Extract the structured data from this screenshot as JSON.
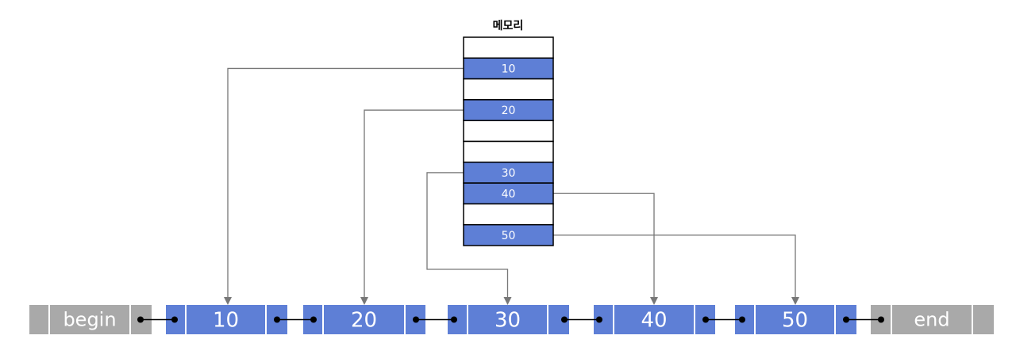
{
  "memory": {
    "title": "메모리",
    "cells": [
      "",
      "10",
      "",
      "20",
      "",
      "",
      "30",
      "40",
      "",
      "50"
    ]
  },
  "list": {
    "begin_label": "begin",
    "end_label": "end",
    "nodes": [
      "10",
      "20",
      "30",
      "40",
      "50"
    ]
  },
  "links": [
    {
      "from_cell": 1,
      "to_node": 0
    },
    {
      "from_cell": 3,
      "to_node": 1
    },
    {
      "from_cell": 6,
      "to_node": 2
    },
    {
      "from_cell": 7,
      "to_node": 3
    },
    {
      "from_cell": 9,
      "to_node": 4
    }
  ],
  "colors": {
    "node_fill": "#5e7fd6",
    "sentinel_fill": "#a9a9a9",
    "border": "#000000",
    "arrow": "#777777",
    "text_light": "#ffffff"
  }
}
